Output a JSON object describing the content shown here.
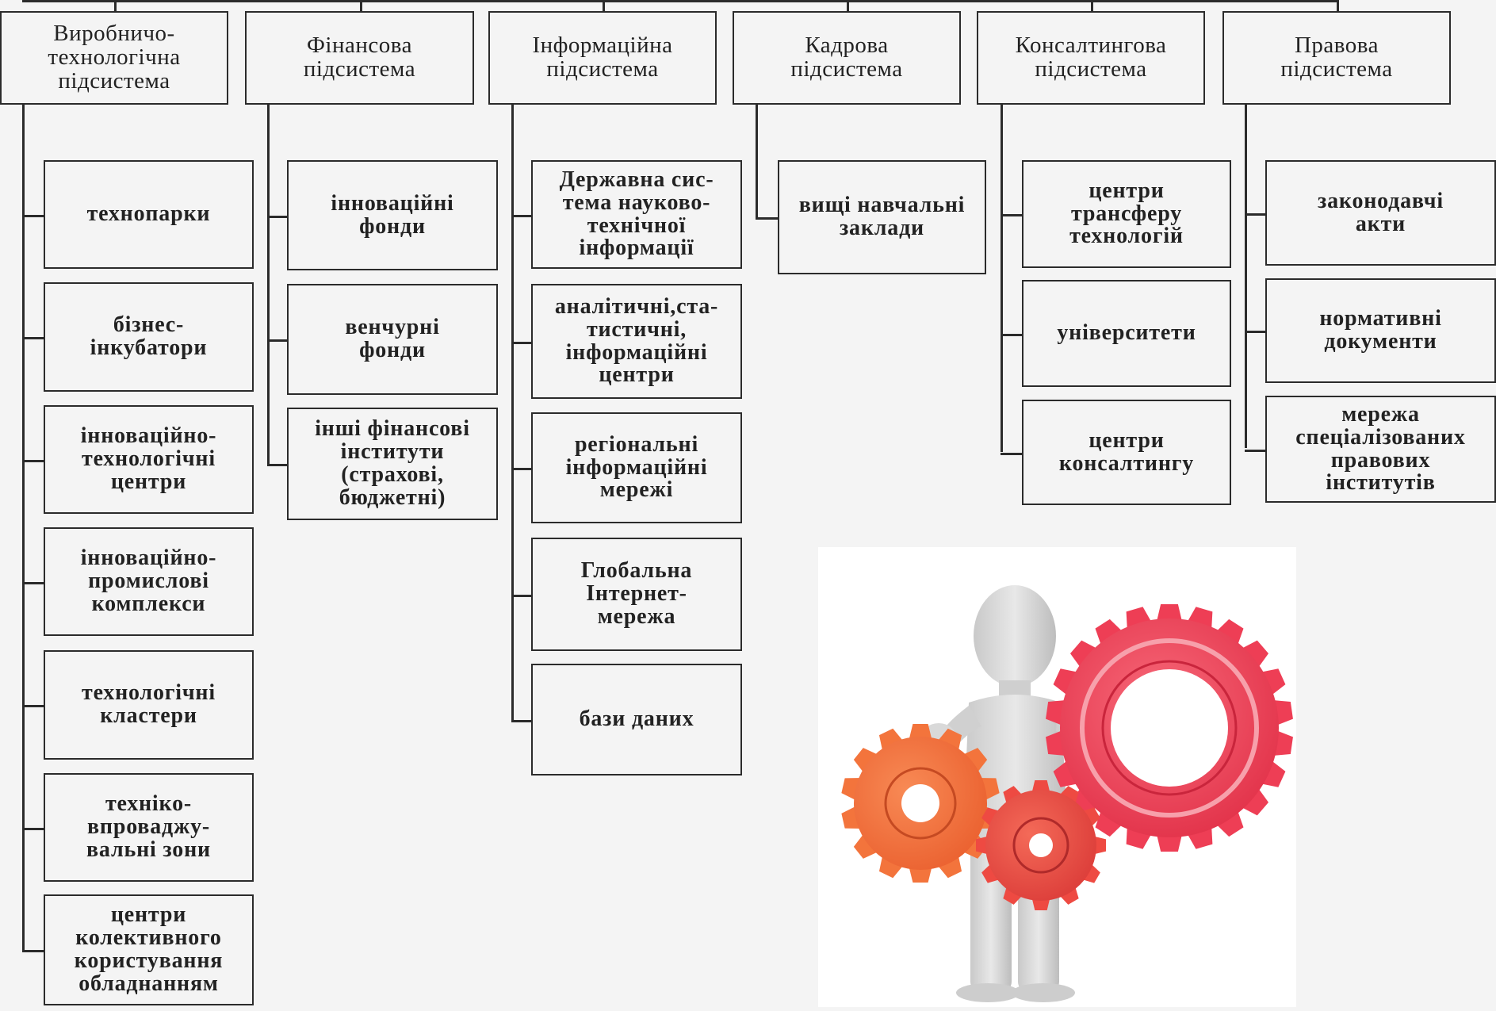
{
  "colors": {
    "line": "#2b2b2b",
    "background": "#f4f4f4",
    "gear_large": "#ee3e55",
    "gear_orange": "#f3743c",
    "gear_small": "#ee4a42",
    "figure": "#d6d6d6"
  },
  "columns": [
    {
      "title": "Виробничо-\nтехнологічна\nпідсистема",
      "items": [
        "технопарки",
        "бізнес-\nінкубатори",
        "інноваційно-\nтехнологічні\nцентри",
        "інноваційно-\nпромислові\nкомплекси",
        "технологічні\nкластери",
        "техніко-\nвпроваджу-\nвальні зони",
        "центри\nколективного\nкористування\nобладнанням"
      ]
    },
    {
      "title": "Фінансова\nпідсистема",
      "items": [
        "інноваційні\nфонди",
        "венчурні\nфонди",
        "інші фінансові\nінститути\n(страхові,\nбюджетні)"
      ]
    },
    {
      "title": "Інформаційна\nпідсистема",
      "items": [
        "Державна сис-\nтема науково-\nтехнічної\nінформації",
        "аналітичні,ста-\nтистичні,\nінформаційні\nцентри",
        "регіональні\nінформаційні\nмережі",
        "Глобальна\nІнтернет-\nмережа",
        "бази даних"
      ]
    },
    {
      "title": "Кадрова\nпідсистема",
      "items": [
        "вищі навчальні\nзаклади"
      ]
    },
    {
      "title": "Консалтингова\nпідсистема",
      "items": [
        "центри\nтрансферу\nтехнологій",
        "університети",
        "центри\nконсалтингу"
      ]
    },
    {
      "title": "Правова\nпідсистема",
      "items": [
        "законодавчі\nакти",
        "нормативні\nдокументи",
        "мережа\nспеціалізованих\nправових\nінститутів"
      ]
    }
  ],
  "illustration": {
    "icon": "person-with-gears-icon"
  }
}
